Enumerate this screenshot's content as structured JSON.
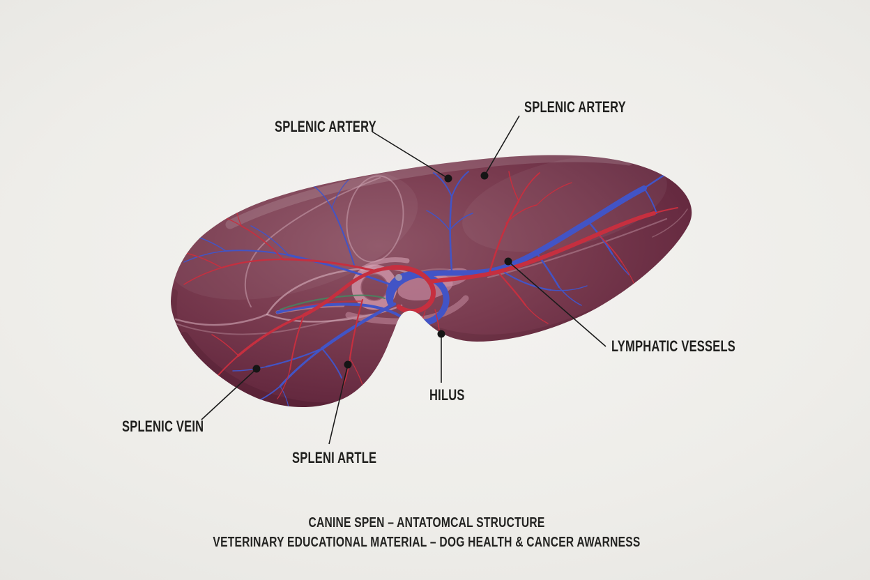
{
  "diagram": {
    "subject": "canine-spleen-anatomy"
  },
  "labels": [
    {
      "id": "splenic-artery-left",
      "text": "SPLENIC ARTERY"
    },
    {
      "id": "splenic-artery-right",
      "text": "SPLENIC ARTERY"
    },
    {
      "id": "lymphatic-vessels",
      "text": "LYMPHATIC VESSELS"
    },
    {
      "id": "hilus",
      "text": "HILUS"
    },
    {
      "id": "splenic-vein",
      "text": "SPLENIC VEIN"
    },
    {
      "id": "spleni-artle",
      "text": "SPLENI ARTLE"
    }
  ],
  "caption": {
    "line1": "CANINE SPEN – ANTATOMCAL STRUCTURE",
    "line2": "VETERINARY EDUCATIONAL MATERIAL – DOG HEALTH & CANCER AWARNESS"
  },
  "colors": {
    "background": "#efeeec",
    "spleen_light": "#8d5365",
    "spleen_mid": "#713347",
    "spleen_dark": "#511c30",
    "artery_red": "#c62f3f",
    "vein_blue": "#4254c6",
    "hilar_tissue_pink": "#c98fa2",
    "capsule_line": "#d2a9b7",
    "lymphatic_green": "#47855f",
    "leader_line": "#1b1b1b",
    "label_text": "#1f1f1d"
  }
}
